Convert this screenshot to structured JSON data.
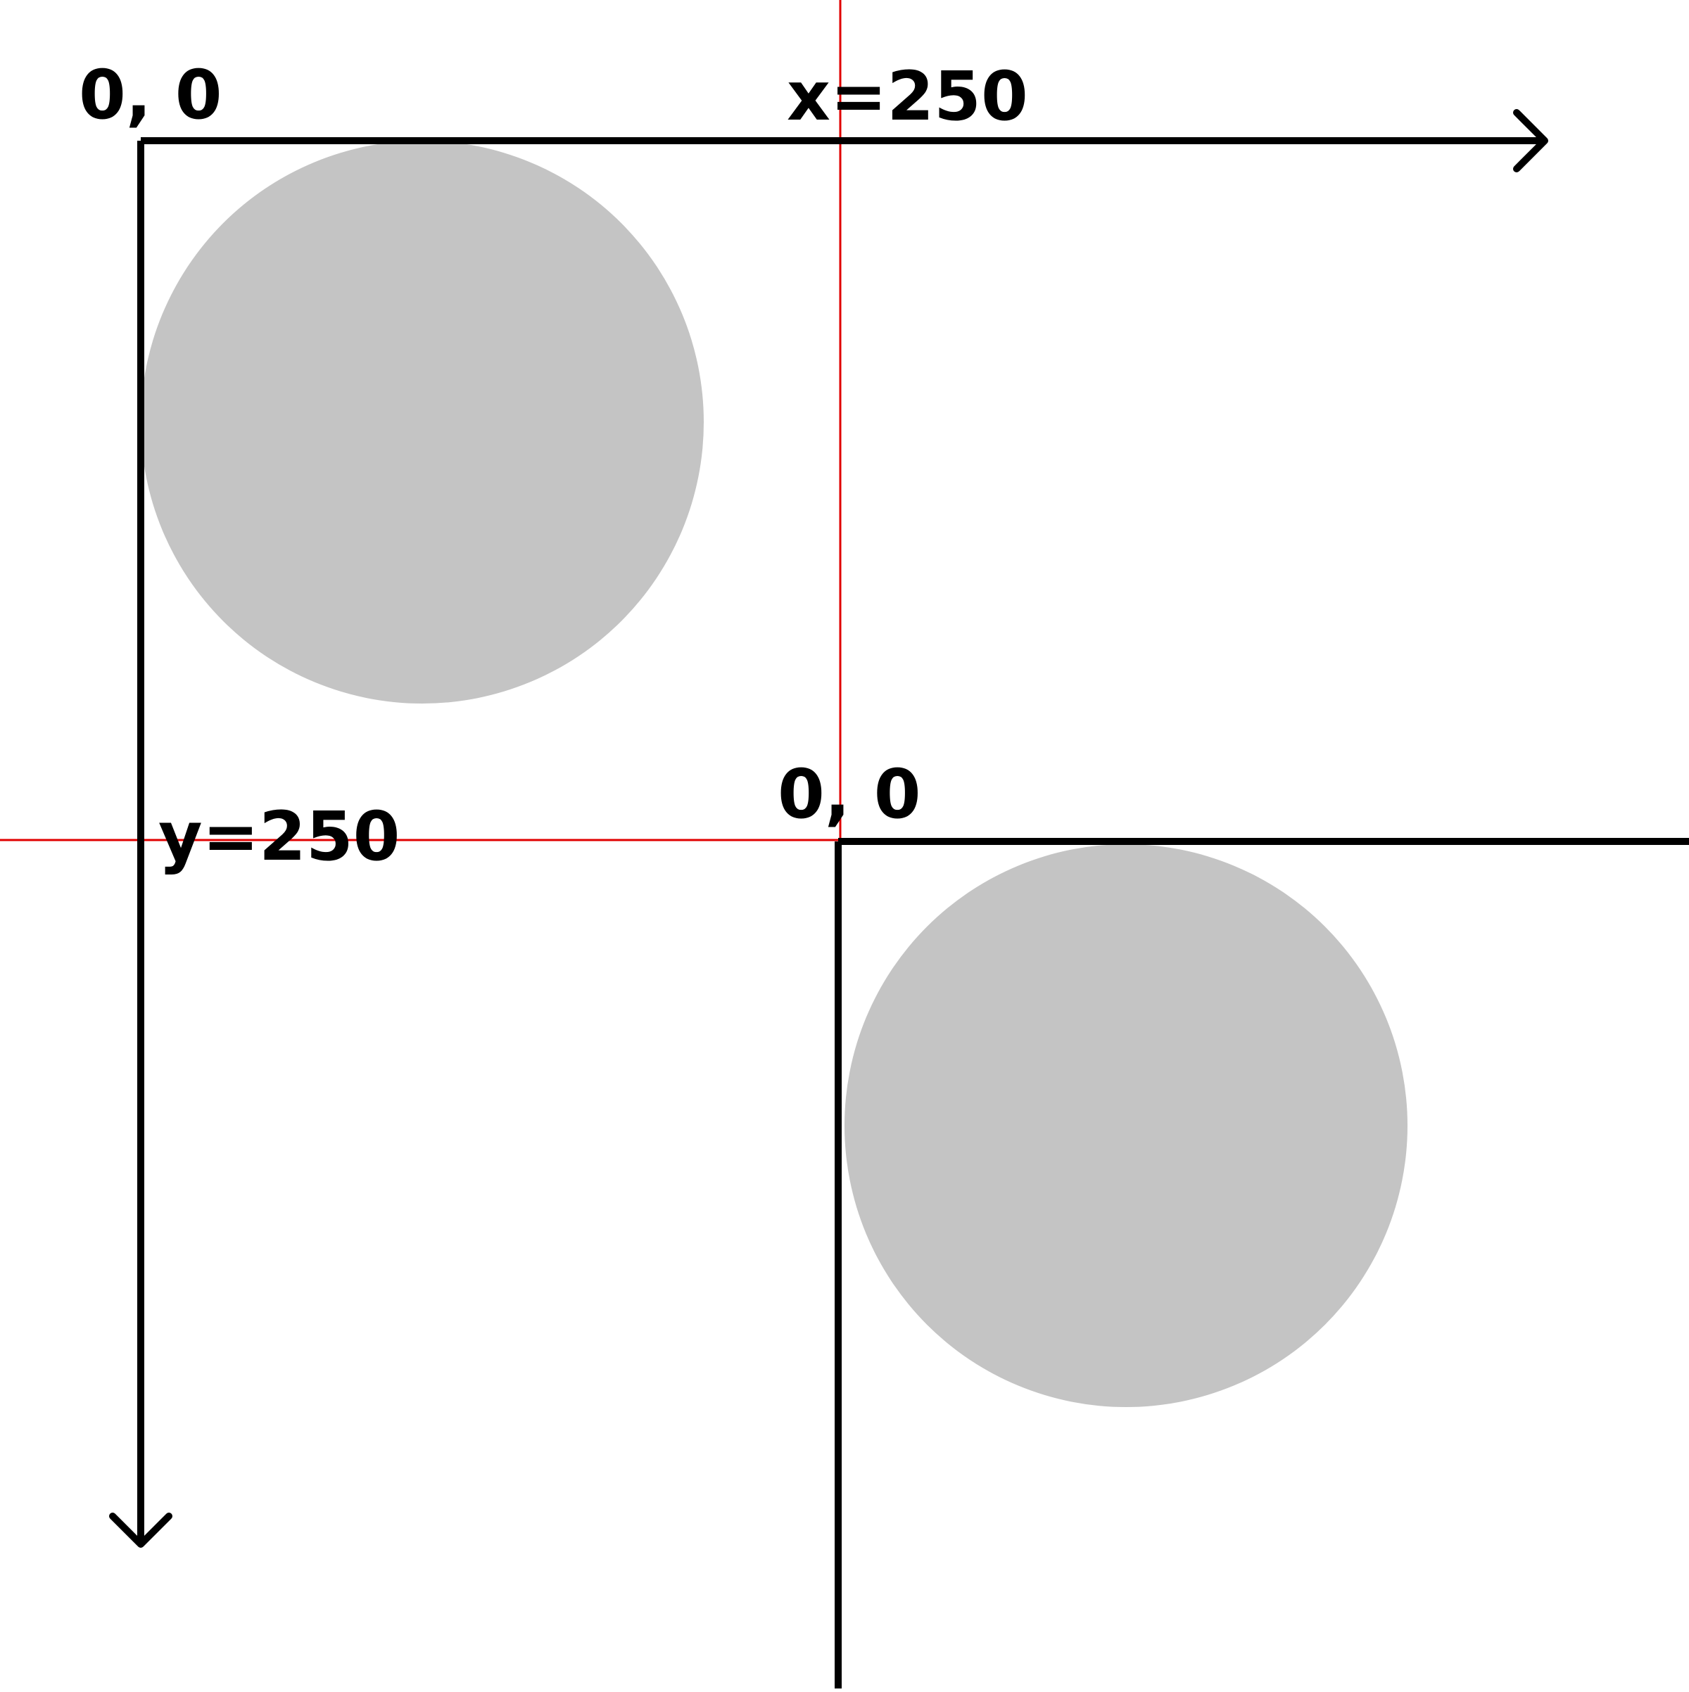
{
  "diagram": {
    "primary_system": {
      "origin_label": "0, 0",
      "x_marker_label": "x=250",
      "y_marker_label": "y=250",
      "x_axis_arrow": true,
      "y_axis_arrow": true
    },
    "translated_system": {
      "origin_label": "0, 0",
      "x_axis_arrow": false,
      "y_axis_arrow": false
    },
    "colors": {
      "background": "#ffffff",
      "axis": "#000000",
      "guide_line": "#e00000",
      "circle_fill": "#c4c4c4",
      "label_text": "#000000"
    }
  }
}
